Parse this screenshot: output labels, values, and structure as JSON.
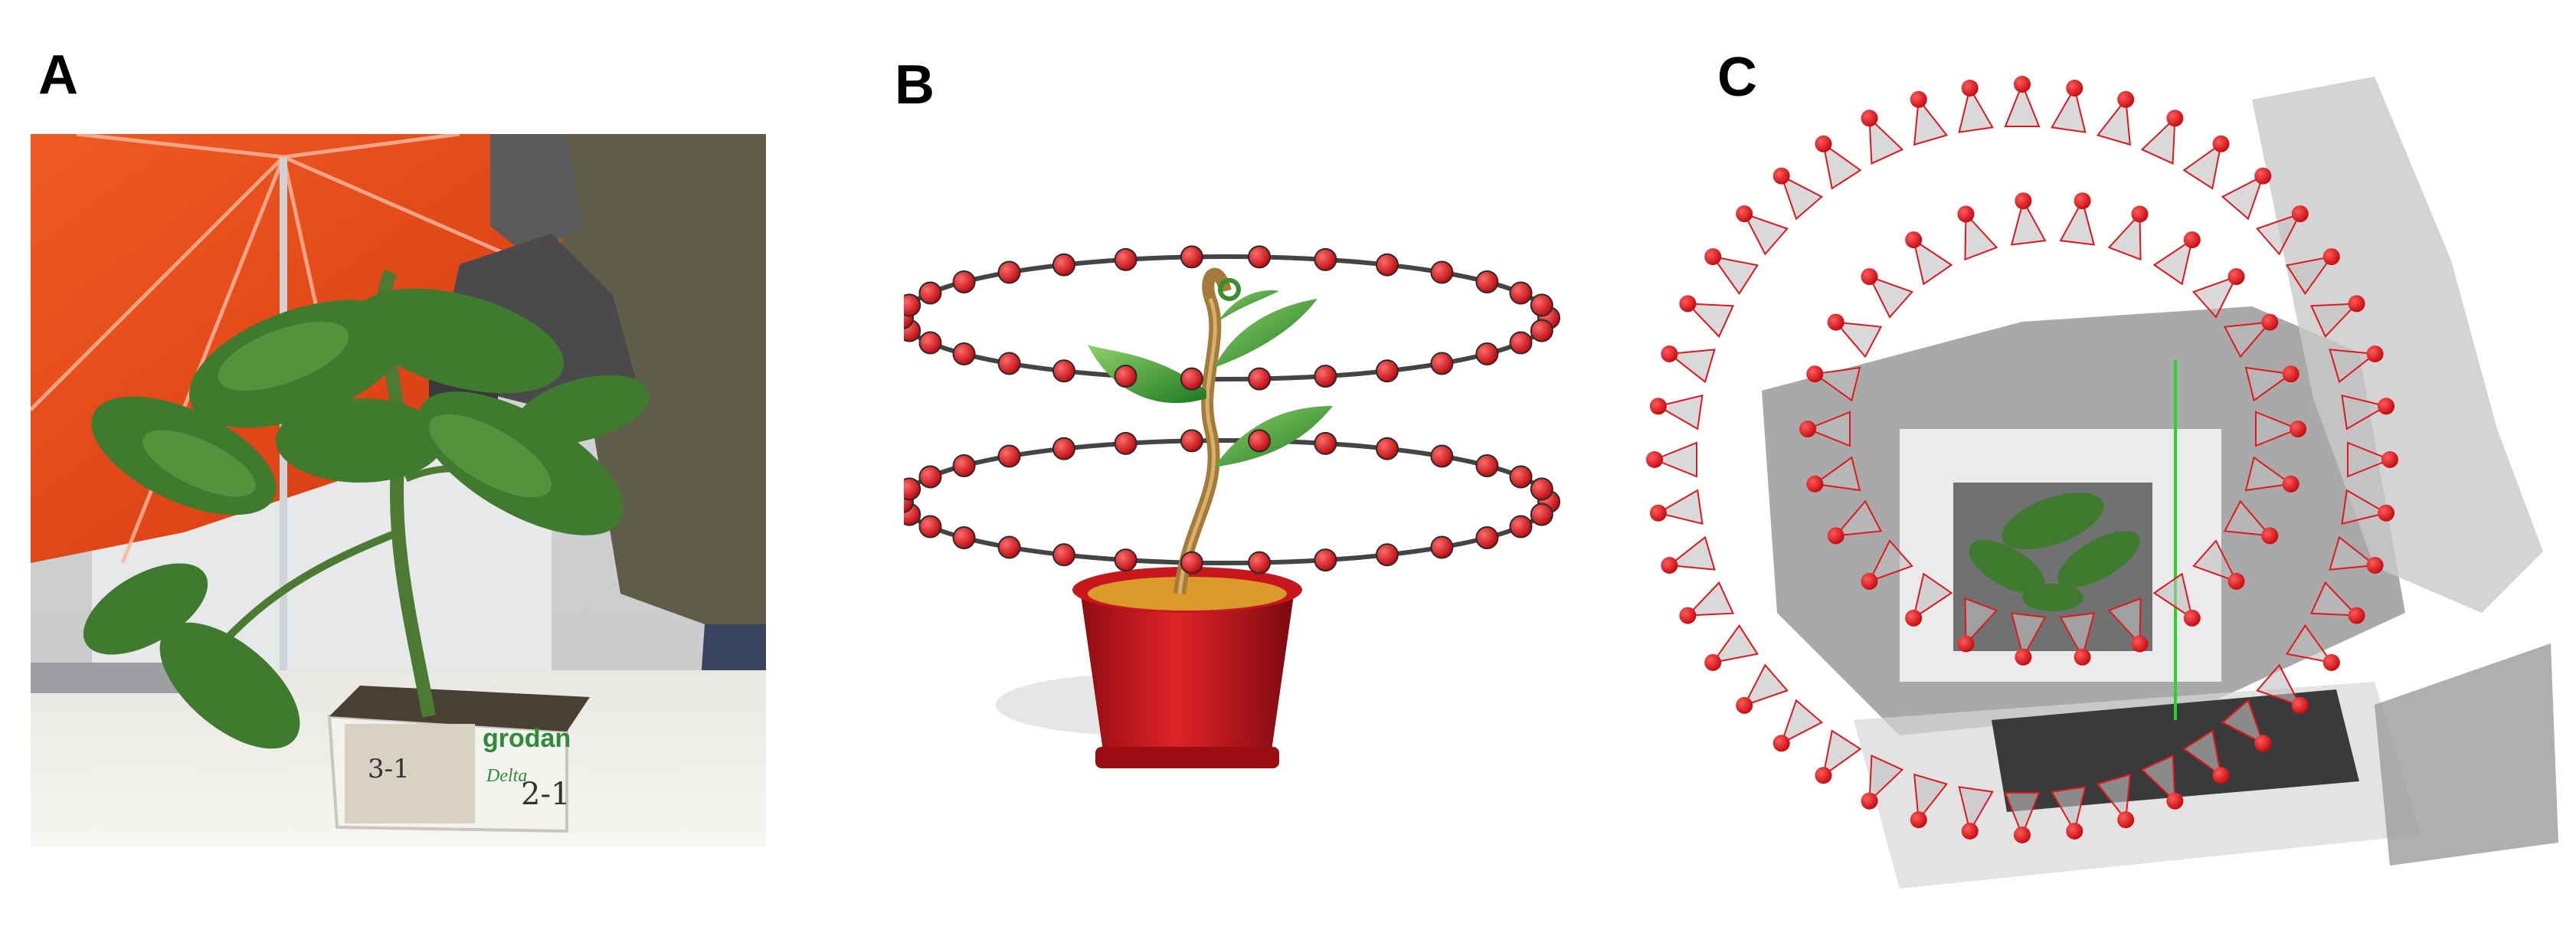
{
  "figure": {
    "panels": [
      {
        "label": "A",
        "content_icon": "photo-robot-arm-scanning-tomato-plant"
      },
      {
        "label": "B",
        "content_icon": "illustration-plant-pot-two-camera-rings"
      },
      {
        "label": "C",
        "content_icon": "point-cloud-reconstruction-with-camera-poses"
      }
    ],
    "photo_text": {
      "brand": "grodan",
      "sub": "Delta",
      "handwritten_1": "3-1",
      "handwritten_2": "2-1"
    },
    "colors": {
      "camera_marker": "#e0181e",
      "pot": "#c8161d",
      "leaf": "#2e9a2a",
      "umbrella": "#e8421c",
      "ring_line": "#444444"
    }
  }
}
